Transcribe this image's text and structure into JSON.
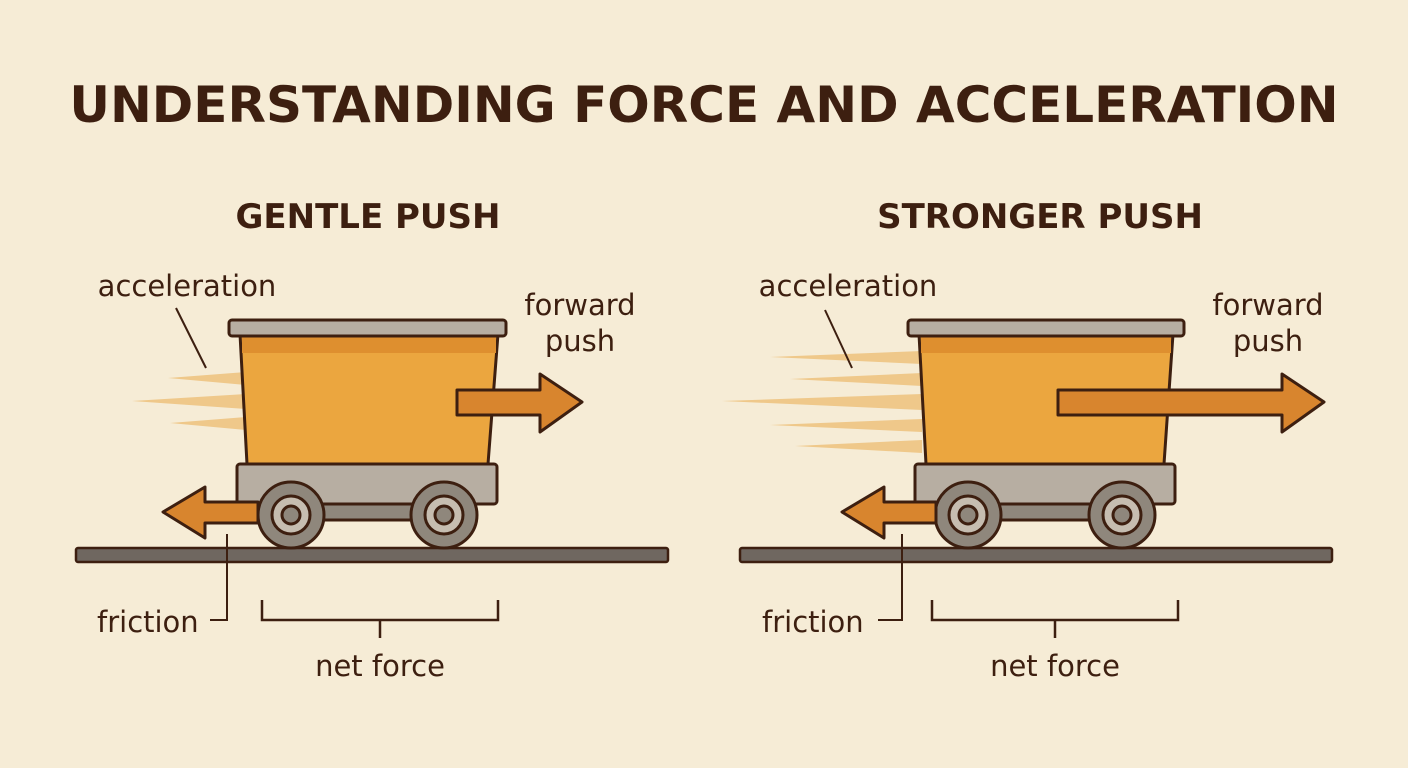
{
  "title": "UNDERSTANDING FORCE AND ACCELERATION",
  "panels": [
    {
      "heading": "GENTLE PUSH",
      "acceleration_label": "acceleration",
      "forward_label_line1": "forward",
      "forward_label_line2": "push",
      "friction_label": "friction",
      "net_force_label": "net force"
    },
    {
      "heading": "STRONGER PUSH",
      "acceleration_label": "acceleration",
      "forward_label_line1": "forward",
      "forward_label_line2": "push",
      "friction_label": "friction",
      "net_force_label": "net force"
    }
  ],
  "colors": {
    "background": "#f6ecd6",
    "outline": "#3d1f10",
    "cart_body": "#eba63f",
    "cart_rim": "#b7aea2",
    "arrow": "#d8852e",
    "wheel": "#8f877c",
    "ground": "#6f6760",
    "motion_lines": "#efc88a"
  }
}
